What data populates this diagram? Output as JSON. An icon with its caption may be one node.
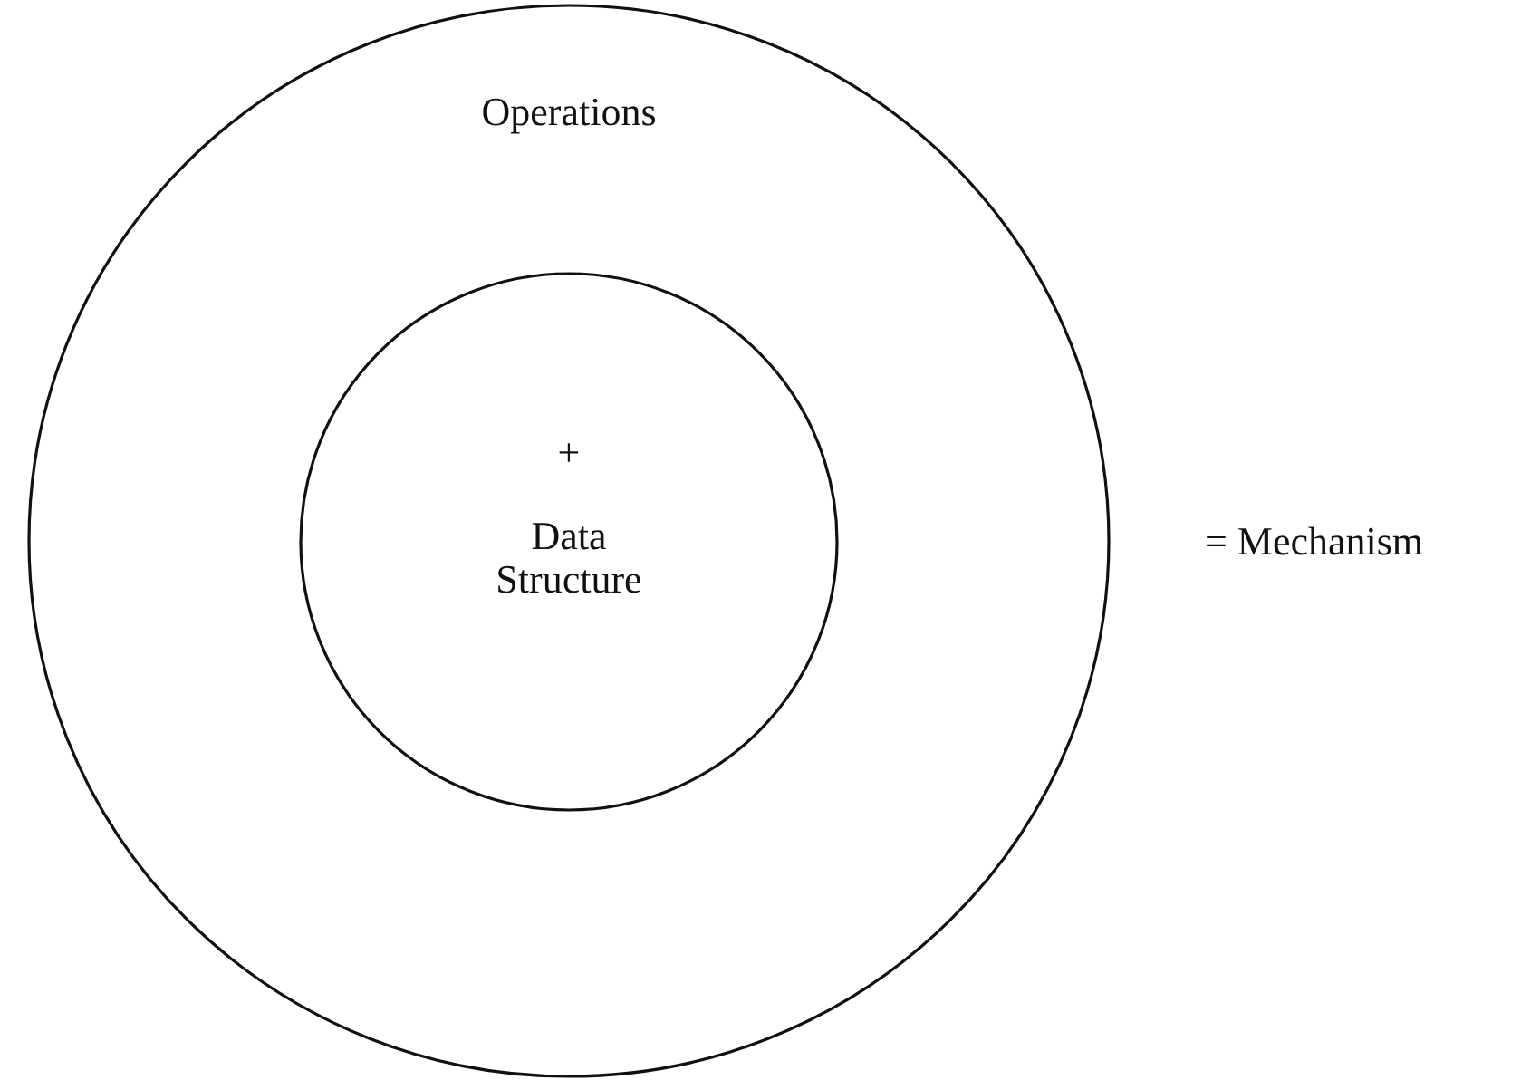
{
  "diagram": {
    "nodes": [
      {
        "text": [
          "Operations"
        ]
      },
      {
        "text": [
          "+",
          "Data Structure"
        ],
        "in": 0
      }
    ],
    "labels": [
      "= Mechanism"
    ]
  }
}
